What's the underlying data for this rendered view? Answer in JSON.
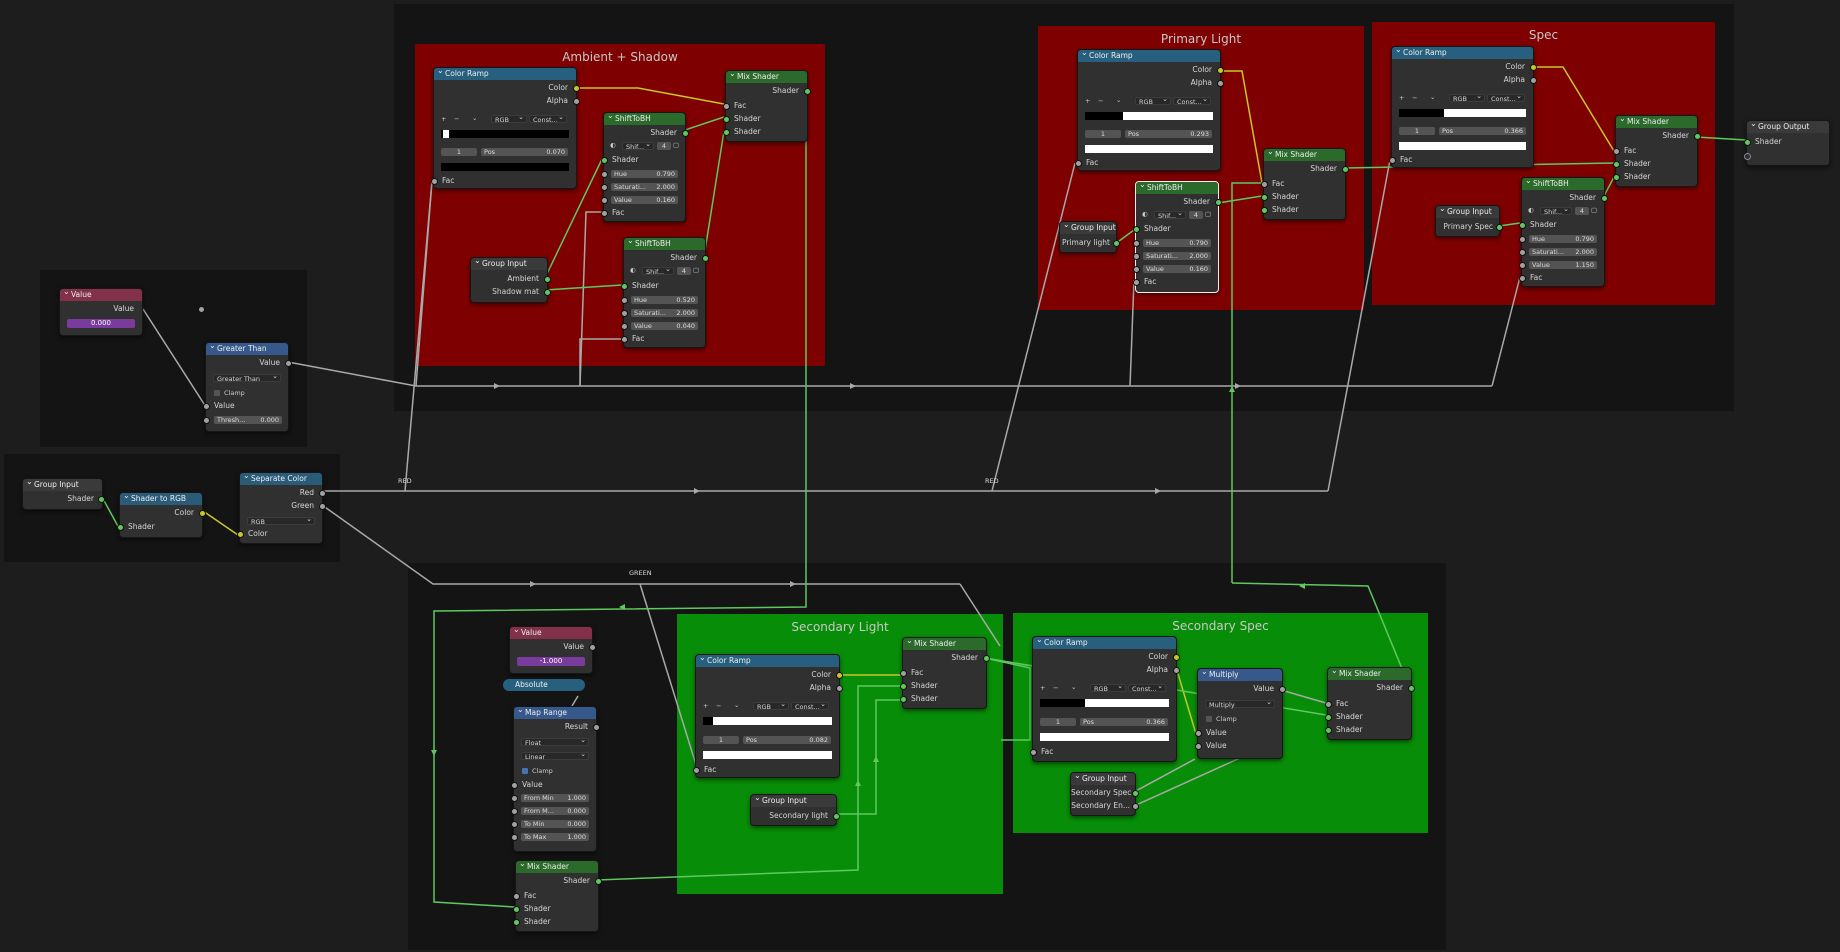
{
  "frames": {
    "ambient": {
      "title": "Ambient + Shadow"
    },
    "primary": {
      "title": "Primary Light"
    },
    "spec": {
      "title": "Spec"
    },
    "secondary": {
      "title": "Secondary Light"
    },
    "secondary_spec": {
      "title": "Secondary Spec"
    }
  },
  "colors": {
    "red_frame": "#7f0000",
    "green_frame": "#088d08",
    "shader_socket": "#5fc85f",
    "color_socket": "#c7c729",
    "float_socket": "#a1a1a1"
  },
  "labels": {
    "red1": "RED",
    "red2": "RED",
    "green": "GREEN"
  },
  "nodes": {
    "value_top": {
      "title": "Value",
      "out": "Value",
      "val": "0.000"
    },
    "greater_than": {
      "title": "Greater Than",
      "out": "Value",
      "op": "Greater Than",
      "clamp": "Clamp",
      "in": "Value",
      "th_k": "Thresh...",
      "th_v": "0.000"
    },
    "group_input_main": {
      "title": "Group Input",
      "out": "Shader"
    },
    "shader_to_rgb": {
      "title": "Shader to RGB",
      "out": "Color",
      "in": "Shader"
    },
    "separate_color": {
      "title": "Separate Color",
      "out1": "Red",
      "out2": "Green",
      "mode": "RGB",
      "in": "Color"
    },
    "cr_amb": {
      "title": "Color Ramp",
      "out1": "Color",
      "out2": "Alpha",
      "mode": "RGB",
      "interp": "Const...",
      "idx": "1",
      "pos_k": "Pos",
      "pos_v": "0.070",
      "in": "Fac"
    },
    "shift_amb1": {
      "title": "ShiftToBH",
      "out": "Shader",
      "sel": "Shif...",
      "users": "4",
      "in1": "Shader",
      "hue_k": "Hue",
      "hue_v": "0.790",
      "sat_k": "Saturati...",
      "sat_v": "2.000",
      "val_k": "Value",
      "val_v": "0.160",
      "in2": "Fac"
    },
    "shift_amb2": {
      "title": "ShiftToBH",
      "out": "Shader",
      "sel": "Shif...",
      "users": "4",
      "in1": "Shader",
      "hue_k": "Hue",
      "hue_v": "0.520",
      "sat_k": "Saturati...",
      "sat_v": "2.000",
      "val_k": "Value",
      "val_v": "0.040",
      "in2": "Fac"
    },
    "mix_amb": {
      "title": "Mix Shader",
      "out": "Shader",
      "in1": "Fac",
      "in2": "Shader",
      "in3": "Shader"
    },
    "gi_amb": {
      "title": "Group Input",
      "out1": "Ambient",
      "out2": "Shadow mat"
    },
    "cr_pri": {
      "title": "Color Ramp",
      "out1": "Color",
      "out2": "Alpha",
      "mode": "RGB",
      "interp": "Const...",
      "idx": "1",
      "pos_k": "Pos",
      "pos_v": "0.293",
      "in": "Fac"
    },
    "shift_pri": {
      "title": "ShiftToBH",
      "out": "Shader",
      "sel": "Shif...",
      "users": "4",
      "in1": "Shader",
      "hue_k": "Hue",
      "hue_v": "0.790",
      "sat_k": "Saturati...",
      "sat_v": "2.000",
      "val_k": "Value",
      "val_v": "0.160",
      "in2": "Fac"
    },
    "mix_pri": {
      "title": "Mix Shader",
      "out": "Shader",
      "in1": "Fac",
      "in2": "Shader",
      "in3": "Shader"
    },
    "gi_pri": {
      "title": "Group Input",
      "out": "Primary light"
    },
    "cr_spec": {
      "title": "Color Ramp",
      "out1": "Color",
      "out2": "Alpha",
      "mode": "RGB",
      "interp": "Const...",
      "idx": "1",
      "pos_k": "Pos",
      "pos_v": "0.366",
      "in": "Fac"
    },
    "shift_spec": {
      "title": "ShiftToBH",
      "out": "Shader",
      "sel": "Shif...",
      "users": "4",
      "in1": "Shader",
      "hue_k": "Hue",
      "hue_v": "0.790",
      "sat_k": "Saturati...",
      "sat_v": "2.000",
      "val_k": "Value",
      "val_v": "1.150",
      "in2": "Fac"
    },
    "mix_spec": {
      "title": "Mix Shader",
      "out": "Shader",
      "in1": "Fac",
      "in2": "Shader",
      "in3": "Shader"
    },
    "gi_spec": {
      "title": "Group Input",
      "out": "Primary Spec"
    },
    "group_output": {
      "title": "Group Output",
      "in": "Shader"
    },
    "value_neg": {
      "title": "Value",
      "out": "Value",
      "val": "-1.000"
    },
    "absolute": {
      "title": "Absolute"
    },
    "map_range": {
      "title": "Map Range",
      "out": "Result",
      "dtype": "Float",
      "interp": "Linear",
      "clamp": "Clamp",
      "in": "Value",
      "fmin_k": "From Min",
      "fmin_v": "1.000",
      "fmax_k": "From M...",
      "fmax_v": "0.000",
      "tmin_k": "To Min",
      "tmin_v": "0.000",
      "tmax_k": "To Max",
      "tmax_v": "1.000"
    },
    "mix_bottom": {
      "title": "Mix Shader",
      "out": "Shader",
      "in1": "Fac",
      "in2": "Shader",
      "in3": "Shader"
    },
    "cr_sec": {
      "title": "Color Ramp",
      "out1": "Color",
      "out2": "Alpha",
      "mode": "RGB",
      "interp": "Const...",
      "idx": "1",
      "pos_k": "Pos",
      "pos_v": "0.082",
      "in": "Fac"
    },
    "mix_sec": {
      "title": "Mix Shader",
      "out": "Shader",
      "in1": "Fac",
      "in2": "Shader",
      "in3": "Shader"
    },
    "gi_sec": {
      "title": "Group Input",
      "out": "Secondary light"
    },
    "cr_secspec": {
      "title": "Color Ramp",
      "out1": "Color",
      "out2": "Alpha",
      "mode": "RGB",
      "interp": "Const...",
      "idx": "1",
      "pos_k": "Pos",
      "pos_v": "0.366",
      "in": "Fac"
    },
    "multiply": {
      "title": "Multiply",
      "out": "Value",
      "op": "Multiply",
      "clamp": "Clamp",
      "in1": "Value",
      "in2": "Value"
    },
    "mix_secspec": {
      "title": "Mix Shader",
      "out": "Shader",
      "in1": "Fac",
      "in2": "Shader",
      "in3": "Shader"
    },
    "gi_secspec": {
      "title": "Group Input",
      "out1": "Secondary Spec",
      "out2": "Secondary En..."
    }
  }
}
